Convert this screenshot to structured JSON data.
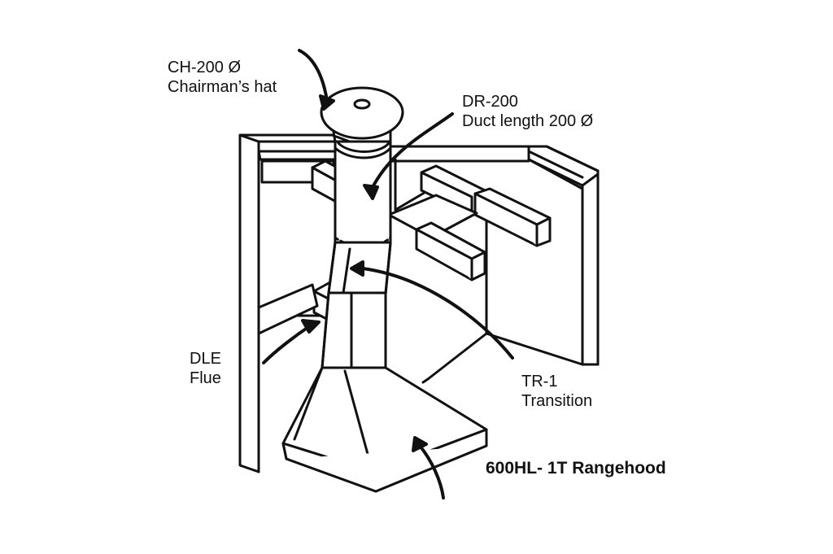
{
  "labels": {
    "chairmans_hat": {
      "code": "CH-200 Ø",
      "name": "Chairman’s hat"
    },
    "duct": {
      "code": "DR-200",
      "name": "Duct length 200 Ø"
    },
    "flue": {
      "code": "DLE",
      "name": "Flue"
    },
    "transition": {
      "code": "TR-1",
      "name": "Transition"
    },
    "rangehood": {
      "name": "600HL- 1T Rangehood"
    }
  }
}
